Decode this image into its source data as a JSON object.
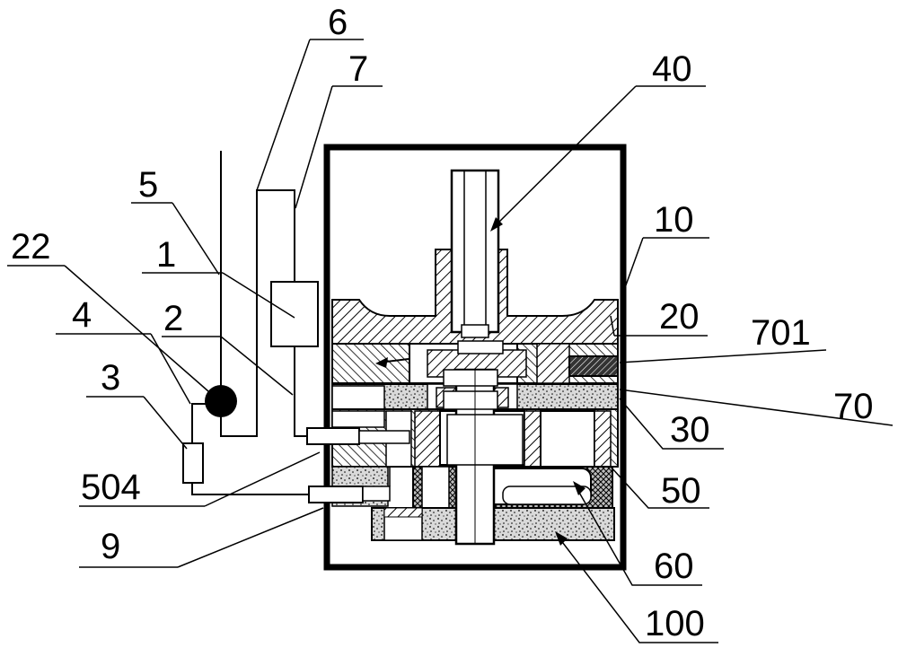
{
  "labels": {
    "l6": "6",
    "l7": "7",
    "l40": "40",
    "l5": "5",
    "l22": "22",
    "l1": "1",
    "l10": "10",
    "l4": "4",
    "l2": "2",
    "l20": "20",
    "l701": "701",
    "l3": "3",
    "l70": "70",
    "l30": "30",
    "l504": "504",
    "l50": "50",
    "l9": "9",
    "l60": "60",
    "l100": "100"
  },
  "colors": {
    "line": "#000000",
    "background": "#ffffff",
    "sand_fill": "#cfcfcf"
  }
}
